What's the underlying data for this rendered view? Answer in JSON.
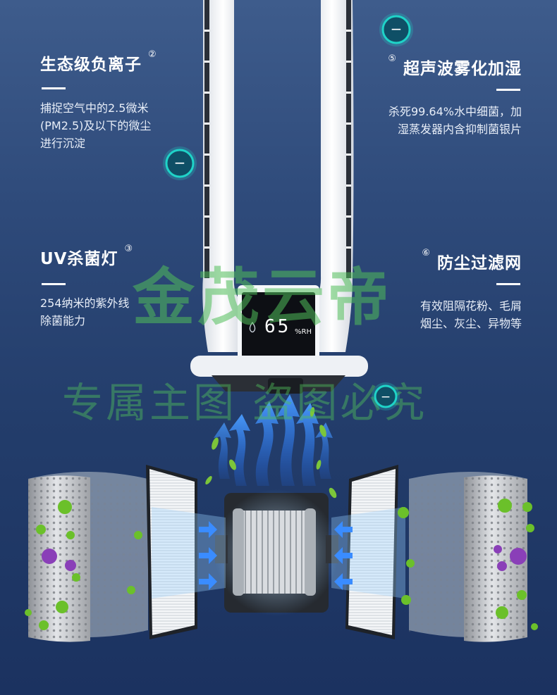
{
  "features": [
    {
      "title": "生态级负离子",
      "num": "②",
      "desc": "捕捉空气中的2.5微米\n(PM2.5)及以下的微尘\n进行沉淀"
    },
    {
      "title": "超声波雾化加湿",
      "num": "⑤",
      "desc": "杀死99.64%水中细菌，加\n湿蒸发器内含抑制菌银片"
    },
    {
      "title": "UV杀菌灯",
      "num": "③",
      "desc": "254纳米的紫外线\n除菌能力"
    },
    {
      "title": "防尘过滤网",
      "num": "⑥",
      "desc": "有效阻隔花粉、毛屑\n烟尘、灰尘、异物等"
    }
  ],
  "display": {
    "value": "65",
    "unit": "%RH"
  },
  "watermark": {
    "line1": "金茂云帝",
    "line2": "专属主图 盗图必究"
  },
  "ion_symbol": "−",
  "colors": {
    "background_top": "#3e5c8c",
    "background_bottom": "#1b3260",
    "ion_badge": "#1fd3c8",
    "watermark": "#50be5a",
    "airflow": "#3a8cff",
    "germ_green": "#6bc02a",
    "germ_purple": "#8a3fb8"
  }
}
